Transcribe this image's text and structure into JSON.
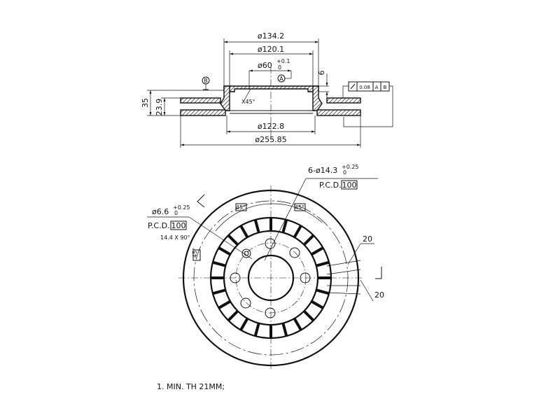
{
  "section_view": {
    "dia_outer_hat": "ø134.2",
    "dia_hat_inner": "ø120.1",
    "dia_bore": "ø60",
    "dia_bore_tol_upper": "+0.1",
    "dia_bore_tol_lower": "0",
    "dia_inner_ring": "ø122.8",
    "dia_outer": "ø255.85",
    "height_total": "35",
    "thickness": "23.9",
    "hat_thickness": "6",
    "chamfer": "X45°",
    "datum_a": "A",
    "datum_b": "B",
    "runout_tolerance": "0.08",
    "runout_ref_a": "A",
    "runout_ref_b": "B"
  },
  "plan_view": {
    "bolt_holes": "6-ø14.3",
    "bolt_tol_upper": "+0.25",
    "bolt_tol_lower": "0",
    "bolt_pcd_label": "P.C.D.",
    "bolt_pcd_value": "100",
    "small_hole": "ø6.6",
    "small_tol_upper": "+0.25",
    "small_tol_lower": "0",
    "small_pcd_label": "P.C.D.",
    "small_pcd_value": "100",
    "countersink": "14.4 X 90°",
    "angle_1": "45°",
    "angle_2": "45°",
    "angle_3": "45°",
    "vane_dim_1": "20",
    "vane_dim_2": "20"
  },
  "notes": {
    "note_1": "1. MIN. TH 21MM;"
  }
}
